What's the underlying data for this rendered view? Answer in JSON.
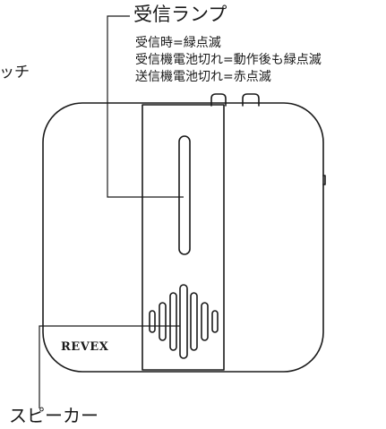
{
  "diagram": {
    "lamp_callout": {
      "title": "受信ランプ",
      "lines": [
        "受信時=緑点滅",
        "受信機電池切れ=動作後も緑点滅",
        "送信機電池切れ=赤点滅"
      ]
    },
    "switch_callout": {
      "label_fragment": "ッチ"
    },
    "speaker_callout": {
      "label": "スピーカー"
    },
    "device": {
      "brand": "REVEX"
    }
  }
}
